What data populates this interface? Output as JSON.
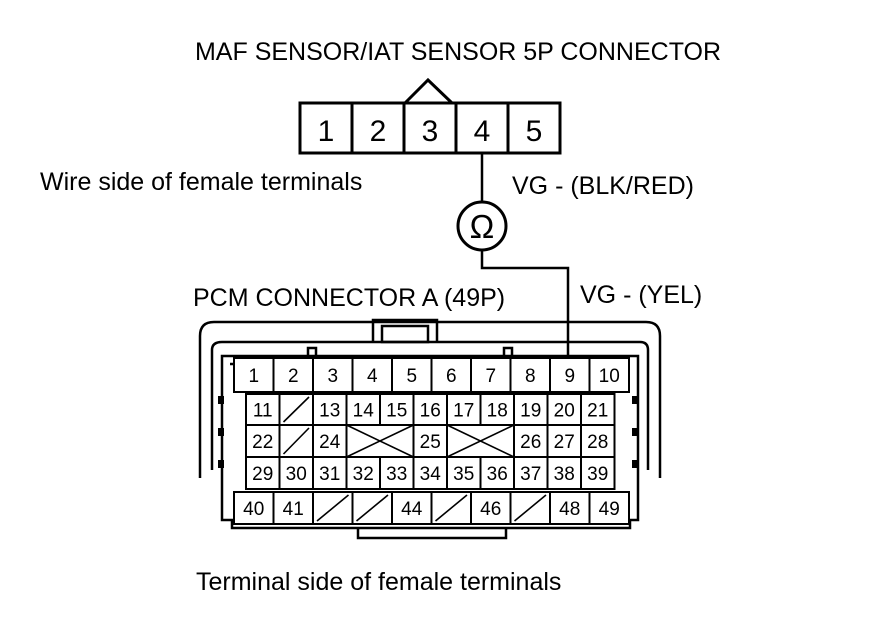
{
  "maf_connector": {
    "title": "MAF SENSOR/IAT SENSOR 5P CONNECTOR",
    "subtitle": "Wire side of female terminals",
    "terminals": [
      "1",
      "2",
      "3",
      "4",
      "5"
    ],
    "wire_label": "VG -  (BLK/RED)"
  },
  "meter": {
    "symbol": "Ω"
  },
  "pcm_connector": {
    "title": "PCM CONNECTOR A (49P)",
    "wire_label": "VG -  (YEL)",
    "caption": "Terminal side of female terminals",
    "row1": [
      "1",
      "2",
      "3",
      "4",
      "5",
      "6",
      "7",
      "8",
      "9",
      "10"
    ],
    "row2": [
      "11",
      "",
      "13",
      "14",
      "15",
      "16",
      "17",
      "18",
      "19",
      "20",
      "21"
    ],
    "row3": [
      "22",
      "",
      "24",
      "25",
      "26",
      "27",
      "28"
    ],
    "row4": [
      "29",
      "30",
      "31",
      "32",
      "33",
      "34",
      "35",
      "36",
      "37",
      "38",
      "39"
    ],
    "row5": [
      "40",
      "41",
      "",
      "",
      "44",
      "",
      "46",
      "",
      "48",
      "49"
    ]
  }
}
